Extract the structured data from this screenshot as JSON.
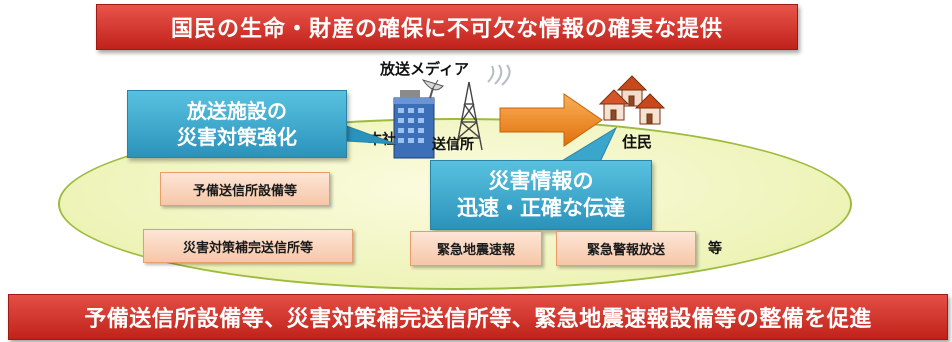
{
  "top_banner": "国民の生命・財産の確保に不可欠な情報の確実な提供",
  "facility_box": {
    "line1": "放送施設の",
    "line2": "災害対策強化"
  },
  "info_box": {
    "line1": "災害情報の",
    "line2": "迅速・正確な伝達"
  },
  "labels": {
    "media": "放送メディア",
    "headquarters": "本社",
    "transmitter": "送信所",
    "residents": "住民",
    "etc": "等"
  },
  "tags": {
    "standby": "予備送信所設備等",
    "supplementary": "災害対策補完送信所等",
    "earthquake_early_warning": "緊急地震速報",
    "emergency_warning_broadcast": "緊急警報放送"
  },
  "bottom_banner": "予備送信所設備等、災害対策補完送信所等、緊急地震速報設備等の整備を促進",
  "colors": {
    "banner_red": "#c0221a",
    "callout_blue": "#2b93bb",
    "tag_orange": "#f6c7a8",
    "arrow_orange": "#f08a1c",
    "ellipse_green": "#e2eb98"
  },
  "icons": [
    "building-icon",
    "satellite-dish-icon",
    "transmission-tower-icon",
    "signal-waves-icon",
    "houses-icon",
    "arrow-right-icon"
  ]
}
